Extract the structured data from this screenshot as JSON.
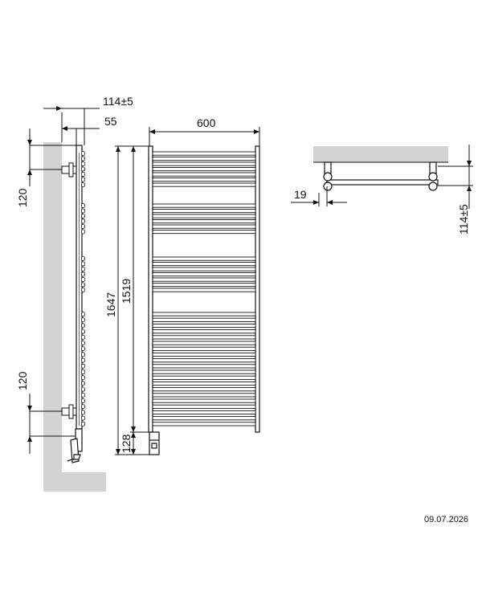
{
  "drawing": {
    "dims": {
      "depth_total": "114±5",
      "depth_pipe": "55",
      "width": "600",
      "height_total": "1647",
      "height_inner": "1519",
      "offset_top": "120",
      "offset_bottom": "120",
      "bottom_clearance": "128",
      "side_gap": "19",
      "depth_total_top_view": "114±5"
    },
    "date": "09.07.2026"
  },
  "colors": {
    "line": "#111111",
    "wall": "#d3d3d3"
  }
}
